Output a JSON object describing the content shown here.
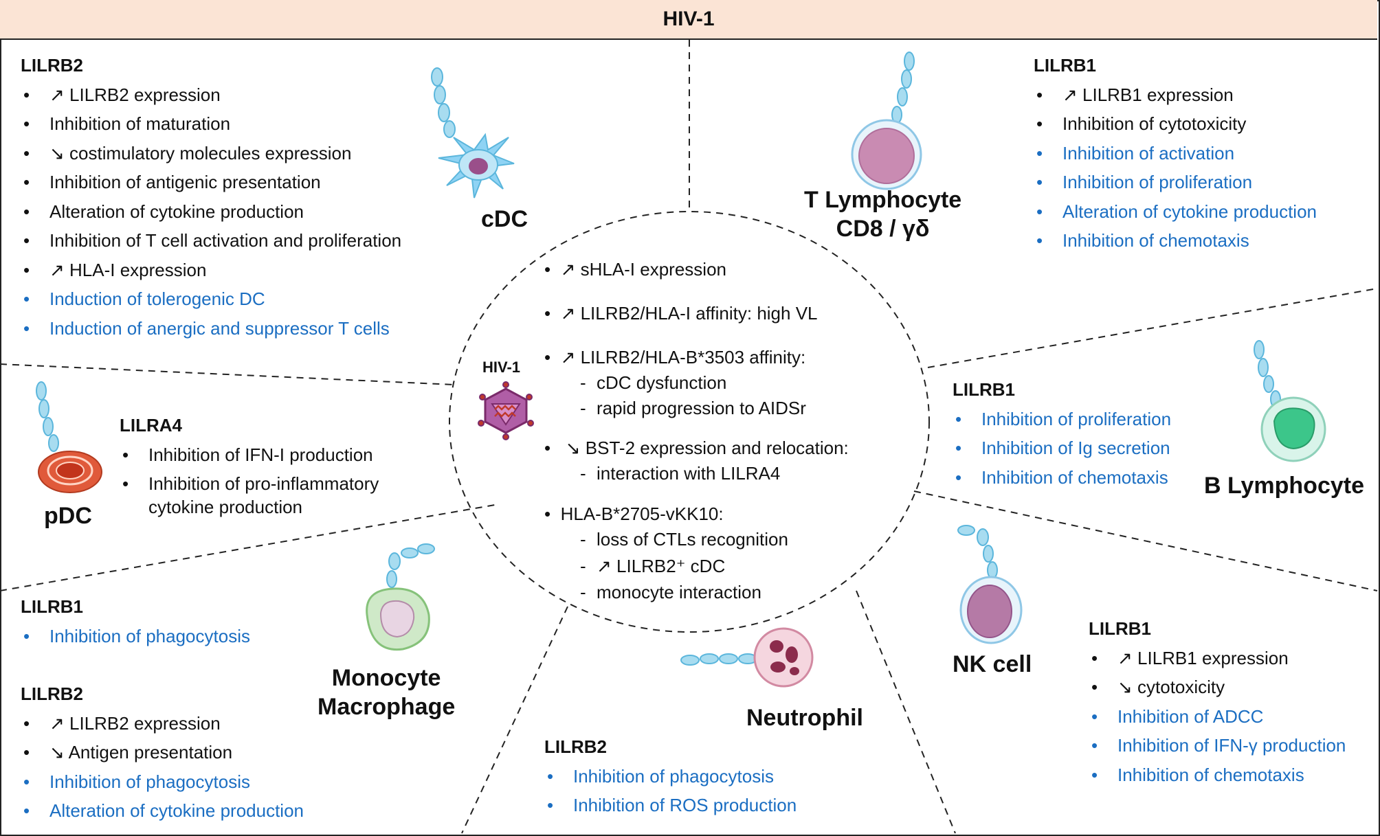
{
  "title": "HIV-1",
  "center": {
    "virus_label": "HIV-1",
    "items": [
      {
        "text": "↗  sHLA-I  expression",
        "subs": []
      },
      {
        "text": "↗ LILRB2/HLA-I  affinity:  high  VL",
        "subs": []
      },
      {
        "text": "↗ LILRB2/HLA-B*3503  affinity:",
        "subs": [
          "cDC  dysfunction",
          "rapid  progression  to  AIDSr"
        ]
      },
      {
        "text": "↘ BST-2  expression  and  relocation:",
        "subs": [
          "interaction  with  LILRA4"
        ]
      },
      {
        "text": "HLA-B*2705-vKK10:",
        "subs": [
          "loss  of  CTLs  recognition",
          "↗  LILRB2⁺  cDC",
          "monocyte  interaction"
        ]
      }
    ]
  },
  "cdc": {
    "cell_label": "cDC",
    "receptor": "LILRB2",
    "items": [
      {
        "text": "↗  LILRB2  expression",
        "blue": false
      },
      {
        "text": "Inhibition  of  maturation",
        "blue": false
      },
      {
        "text": "↘ costimulatory  molecules  expression",
        "blue": false
      },
      {
        "text": "Inhibition  of  antigenic  presentation",
        "blue": false
      },
      {
        "text": "Alteration  of  cytokine  production",
        "blue": false
      },
      {
        "text": "Inhibition  of  T cell  activation  and  proliferation",
        "blue": false
      },
      {
        "text": "↗  HLA-I  expression",
        "blue": false
      },
      {
        "text": "Induction  of  tolerogenic  DC",
        "blue": true
      },
      {
        "text": "Induction  of  anergic  and  suppressor  T cells",
        "blue": true
      }
    ]
  },
  "tcell": {
    "cell_label_line1": "T Lymphocyte",
    "cell_label_line2": "CD8 / γδ",
    "receptor": "LILRB1",
    "items": [
      {
        "text": "↗  LILRB1  expression",
        "blue": false
      },
      {
        "text": "Inhibition  of  cytotoxicity",
        "blue": false
      },
      {
        "text": "Inhibition  of  activation",
        "blue": true
      },
      {
        "text": "Inhibition  of  proliferation",
        "blue": true
      },
      {
        "text": "Alteration  of  cytokine  production",
        "blue": true
      },
      {
        "text": "Inhibition  of  chemotaxis",
        "blue": true
      }
    ]
  },
  "pdc": {
    "cell_label": "pDC",
    "receptor": "LILRA4",
    "items": [
      {
        "text": "Inhibition  of  IFN-I  production",
        "blue": false
      },
      {
        "text": "Inhibition  of  pro-inflammatory  cytokine  production",
        "blue": false
      }
    ]
  },
  "bcell": {
    "cell_label": "B Lymphocyte",
    "receptor": "LILRB1",
    "items": [
      {
        "text": "Inhibition  of  proliferation",
        "blue": true
      },
      {
        "text": "Inhibition  of  Ig  secretion",
        "blue": true
      },
      {
        "text": "Inhibition  of  chemotaxis",
        "blue": true
      }
    ]
  },
  "monocyte": {
    "cell_label_line1": "Monocyte",
    "cell_label_line2": "Macrophage",
    "receptor1": "LILRB1",
    "items1": [
      {
        "text": "Inhibition  of  phagocytosis",
        "blue": true
      }
    ],
    "receptor2": "LILRB2",
    "items2": [
      {
        "text": "↗  LILRB2  expression",
        "blue": false
      },
      {
        "text": "↘ Antigen  presentation",
        "blue": false
      },
      {
        "text": "Inhibition  of  phagocytosis",
        "blue": true
      },
      {
        "text": "Alteration  of  cytokine  production",
        "blue": true
      }
    ]
  },
  "neutrophil": {
    "cell_label": "Neutrophil",
    "receptor": "LILRB2",
    "items": [
      {
        "text": "Inhibition  of  phagocytosis",
        "blue": true
      },
      {
        "text": "Inhibition  of  ROS  production",
        "blue": true
      }
    ]
  },
  "nk": {
    "cell_label": "NK cell",
    "receptor": "LILRB1",
    "items": [
      {
        "text": "↗  LILRB1  expression",
        "blue": false
      },
      {
        "text": "↘  cytotoxicity",
        "blue": false
      },
      {
        "text": "Inhibition  of  ADCC",
        "blue": true
      },
      {
        "text": "Inhibition  of  IFN-γ  production",
        "blue": true
      },
      {
        "text": "Inhibition  of  chemotaxis",
        "blue": true
      }
    ]
  },
  "colors": {
    "header_bg": "#fbe4d5",
    "blue_text": "#1b6ec2",
    "receptor_blue": "#8fd3f4",
    "cell_mauve": "#d6a5c0",
    "virus_purple": "#9a3d8c",
    "virus_red": "#c0392b"
  }
}
